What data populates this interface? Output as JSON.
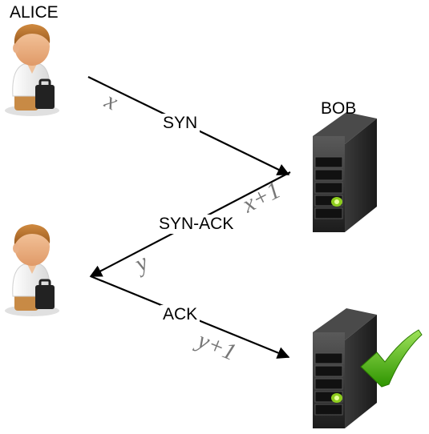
{
  "labels": {
    "alice": "ALICE",
    "bob": "BOB",
    "syn": "SYN",
    "syn_ack": "SYN-ACK",
    "ack": "ACK"
  },
  "sequence": {
    "x": "x",
    "x_plus_1": "x+1",
    "y": "y",
    "y_plus_1": "y+1"
  },
  "icons": {
    "person": "person-with-briefcase-icon",
    "server": "server-tower-icon",
    "check": "green-checkmark-icon"
  },
  "colors": {
    "arrow": "#000000",
    "sequence_text": "#777777",
    "server_led": "#9be11e",
    "check": "#3fb000"
  }
}
